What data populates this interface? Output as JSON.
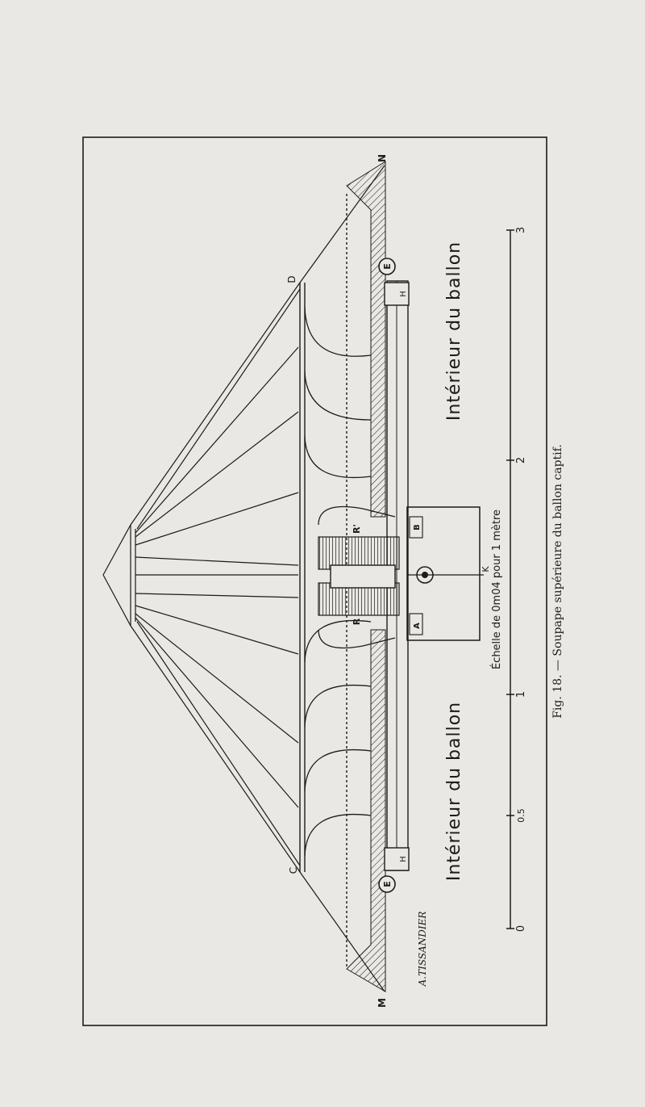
{
  "plate": {
    "caption": "Fig. 18. — Soupape supérieure du ballon captif.",
    "signature": "A.TISSANDIER"
  },
  "labels": {
    "interior_top": "Intérieur du ballon",
    "interior_bottom": "Intérieur du ballon",
    "scale_text": "Échelle de 0m04 pour 1 mètre",
    "letter_M": "M",
    "letter_N": "N",
    "letter_C": "C",
    "letter_D": "D",
    "letter_E_top": "E",
    "letter_E_bottom": "E",
    "letter_H_top": "H",
    "letter_H_bottom": "H",
    "letter_R": "R",
    "letter_R_prime": "R'",
    "letter_A": "A",
    "letter_B": "B",
    "letter_K": "K"
  },
  "scale": {
    "ticks": [
      "0",
      "0.5",
      "1",
      "2",
      "3"
    ]
  },
  "colors": {
    "paper": "#e9e8e4",
    "ink": "#1b1b1b"
  }
}
